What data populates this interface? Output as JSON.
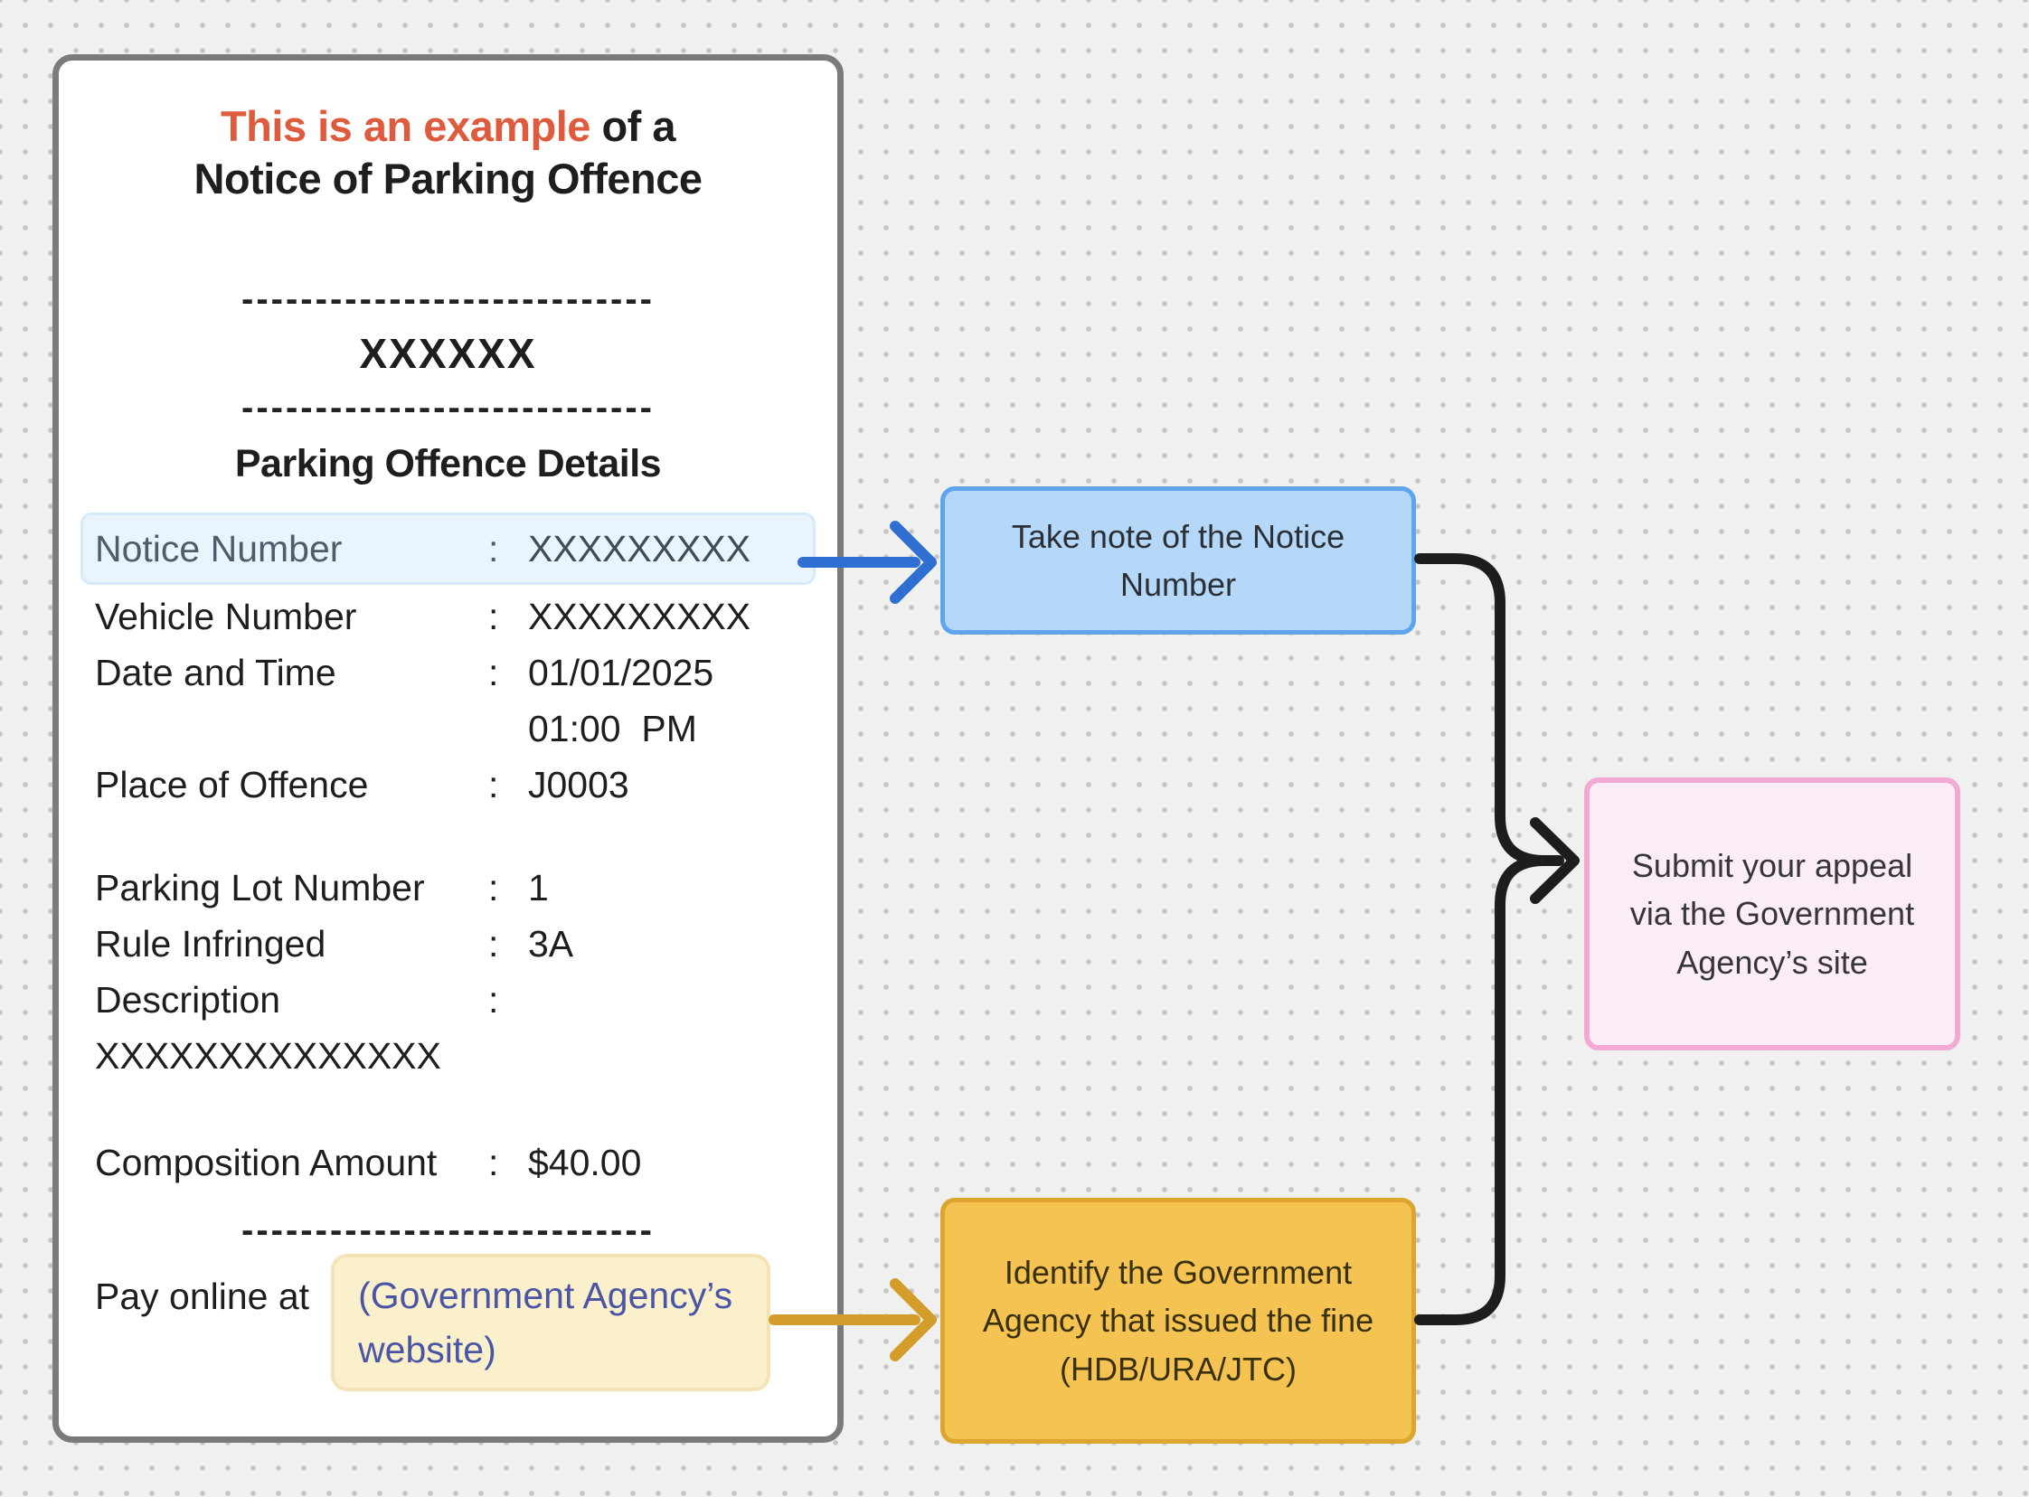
{
  "notice_card": {
    "heading_em": "This is an example",
    "heading_rest": " of a",
    "heading_line2": "Notice of Parking Offence",
    "divider": "----------------------------",
    "masked_header": "XXXXXX",
    "section_title": "Parking Offence Details",
    "colon": ":",
    "rows": [
      {
        "label": "Notice Number",
        "value": "XXXXXXXXX"
      },
      {
        "label": "Vehicle Number",
        "value": "XXXXXXXXX"
      },
      {
        "label": "Date and Time",
        "value": "01/01/2025",
        "value2": "01:00  PM"
      },
      {
        "label": "Place of Offence",
        "value": "J0003"
      },
      {
        "label": "Parking Lot Number",
        "value": "1"
      },
      {
        "label": "Rule Infringed",
        "value": "3A"
      },
      {
        "label": "Description",
        "value": ""
      }
    ],
    "description_value": "XXXXXXXXXXXXXX",
    "composition_label": "Composition Amount",
    "composition_value": "$40.00",
    "footer_prefix": "Pay online at",
    "footer_link": "(Government Agency’s website)"
  },
  "callouts": {
    "notice_number": "Take note of the Notice Number",
    "agency": "Identify the Government Agency that issued the fine (HDB/URA/JTC)",
    "appeal": "Submit your appeal via the Government Agency’s site"
  },
  "colors": {
    "heading_accent": "#de5b3e",
    "highlight_row_bg": "#eaf4fd",
    "blue_arrow": "#2f6fd1",
    "blue_box_bg": "#b5d8f8",
    "blue_box_border": "#5fa5ee",
    "yellow_highlight_bg": "#fbf0cc",
    "link_text": "#4b55a6",
    "orange_arrow": "#d49d2b",
    "orange_box_bg": "#f5c351",
    "orange_box_border": "#dca52e",
    "pink_box_bg": "#faedf7",
    "pink_box_border": "#f2aad5",
    "connector": "#1d1d1d"
  }
}
